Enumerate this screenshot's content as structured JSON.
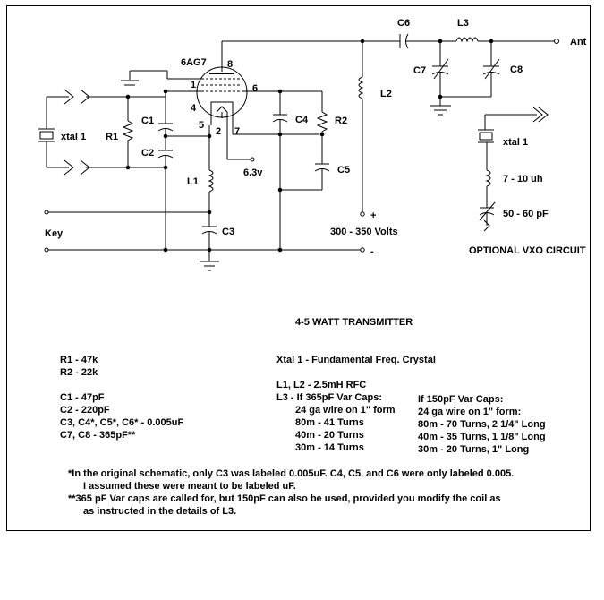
{
  "schematic": {
    "tube": "6AG7",
    "pins": [
      "8",
      "1",
      "4",
      "6",
      "5",
      "2",
      "7"
    ],
    "labels": {
      "c6": "C6",
      "l3": "L3",
      "ant": "Ant",
      "c7": "C7",
      "c8": "C8",
      "l2": "L2",
      "r1": "R1",
      "c1": "C1",
      "c2": "C2",
      "c4": "C4",
      "r2": "R2",
      "c5": "C5",
      "l1": "L1",
      "c3": "C3",
      "xtal": "xtal 1",
      "heater": "6.3v",
      "plus": "+",
      "minus": "-",
      "key": "Key",
      "volts": "300 - 350 Volts"
    },
    "vxo": {
      "xtal": "xtal 1",
      "inductor": "7 - 10 uh",
      "capacitor": "50 - 60 pF",
      "title": "OPTIONAL VXO CIRCUIT"
    }
  },
  "title": "4-5 WATT TRANSMITTER",
  "parts_left": [
    "R1 - 47k",
    "R2 - 22k",
    "C1 - 47pF",
    "C2 - 220pF",
    "C3, C4*, C5*, C6* - 0.005uF",
    "C7, C8 - 365pF**"
  ],
  "parts_right": {
    "xtal": "Xtal 1 - Fundamental Freq. Crystal",
    "rfc": "L1, L2 - 2.5mH RFC",
    "l3_head": "L3 - If 365pF Var Caps:",
    "l3_lines": [
      "24 ga wire on 1\" form",
      "80m - 41 Turns",
      "40m - 20 Turns",
      "30m - 14 Turns"
    ],
    "alt_head": "If 150pF Var Caps:",
    "alt_lines": [
      "24 ga wire on 1\" form:",
      "80m - 70 Turns, 2 1/4\" Long",
      "40m - 35 Turns, 1 1/8\" Long",
      "30m - 20 Turns, 1\" Long"
    ]
  },
  "notes": {
    "n1a": "*In the original schematic, only C3 was labeled 0.005uF.  C4, C5, and C6 were only labeled 0.005.",
    "n1b": "I assumed these were meant to be labeled uF.",
    "n2a": "**365 pF Var caps are called for, but 150pF can also be used, provided you modify the coil as",
    "n2b": "as instructed in the details of L3."
  }
}
